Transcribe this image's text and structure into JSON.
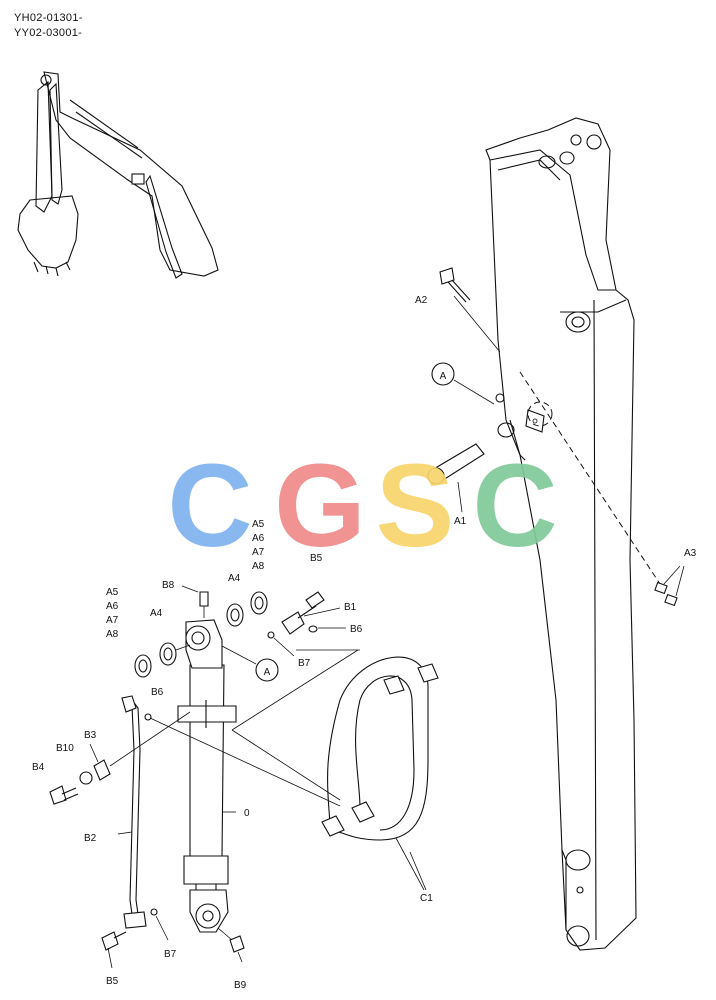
{
  "header": {
    "line1": "YH02-01301-",
    "line2": "YY02-03001-"
  },
  "watermark": {
    "letters": [
      "C",
      "G",
      "S",
      "C"
    ],
    "colors": [
      "#7fb2f0",
      "#f08a8a",
      "#f8d56b",
      "#7fc99a"
    ]
  },
  "callouts": {
    "ref_letter": "A",
    "labels": {
      "A1": "A1",
      "A2": "A2",
      "A3": "A3",
      "A4": "A4",
      "A5": "A5",
      "A6": "A6",
      "A7": "A7",
      "A8": "A8",
      "B1": "B1",
      "B2": "B2",
      "B3": "B3",
      "B4": "B4",
      "B5": "B5",
      "B6": "B6",
      "B7": "B7",
      "B8": "B8",
      "B9": "B9",
      "B10": "B10",
      "C1": "C1",
      "zero": "0"
    }
  }
}
